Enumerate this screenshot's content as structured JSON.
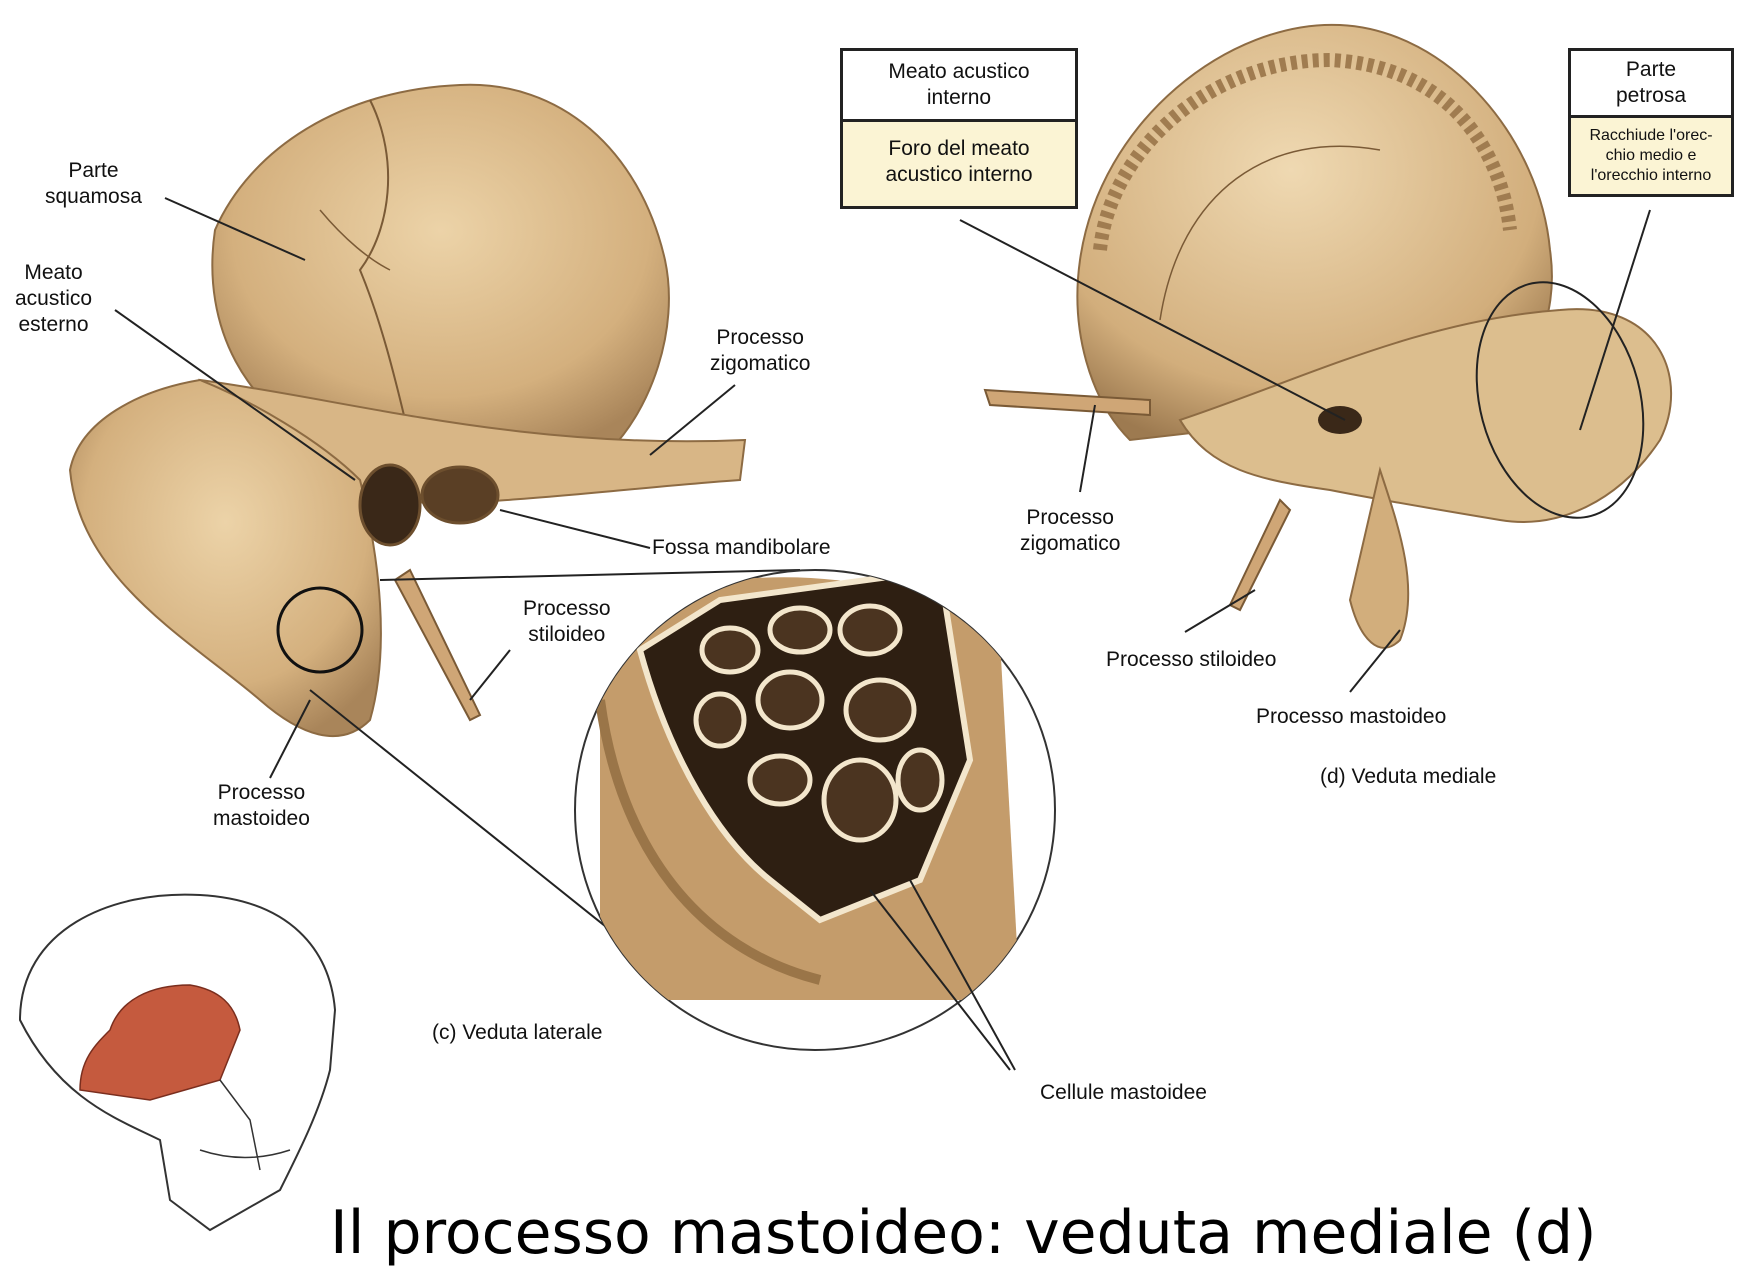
{
  "labels": {
    "parte_squamosa": "Parte\nsquamosa",
    "meato_acustico_esterno": "Meato\nacustico\nesterno",
    "processo_zigomatico_left": "Processo\nzigomatico",
    "fossa_mandibolare": "Fossa mandibolare",
    "processo_stiloideo_left": "Processo\nstiloideo",
    "processo_mastoideo_left": "Processo\nmastoideo",
    "veduta_laterale": "(c) Veduta laterale",
    "cellule_mastoidee": "Cellule mastoidee",
    "processo_zigomatico_right": "Processo\nzigomatico",
    "processo_stiloideo_right": "Processo stiloideo",
    "processo_mastoideo_right": "Processo mastoideo",
    "veduta_mediale": "(d) Veduta mediale"
  },
  "box_meato": {
    "title": "Meato acustico\ninterno",
    "body": "Foro del meato\nacustico interno"
  },
  "box_petrosa": {
    "title": "Parte\npetrosa",
    "body": "Racchiude l'orec-\nchio medio e\nl'orecchio interno"
  },
  "caption": "Il processo mastoideo: veduta mediale (d)",
  "colors": {
    "bone": "#d9b98a",
    "bone_dark": "#9c7a50",
    "cells": "#2e1f12",
    "highlight": "#c55a3e",
    "box_fill": "#fbf4d4"
  }
}
